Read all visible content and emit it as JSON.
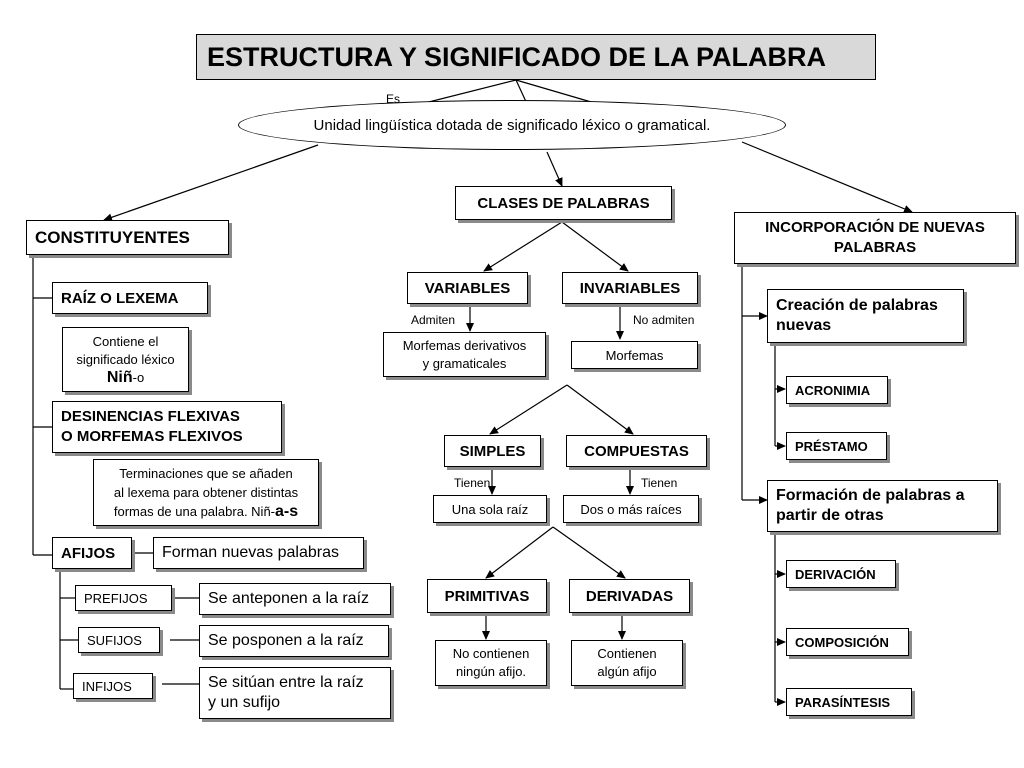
{
  "title": "ESTRUCTURA Y SIGNIFICADO DE LA PALABRA",
  "es_label": "Es",
  "definition": "Unidad lingüística dotada de significado léxico o gramatical.",
  "constituyentes": {
    "heading": "CONSTITUYENTES",
    "raiz": {
      "label": "RAÍZ O LEXEMA",
      "desc_line1": "Contiene el",
      "desc_line2": "significado léxico",
      "example_root": "Niñ",
      "example_suffix": "-o"
    },
    "desinencias": {
      "label_line1": "DESINENCIAS FLEXIVAS",
      "label_line2": "O MORFEMAS FLEXIVOS",
      "desc_line1": "Terminaciones que se añaden",
      "desc_line2": "al lexema para obtener distintas",
      "desc_line3": "formas de una palabra. Niñ-",
      "desc_example": "a-s"
    },
    "afijos": {
      "label": "AFIJOS",
      "desc": "Forman nuevas palabras",
      "prefijos": {
        "label": "PREFIJOS",
        "desc": "Se anteponen a la raíz"
      },
      "sufijos": {
        "label": "SUFIJOS",
        "desc": "Se posponen a la raíz"
      },
      "infijos": {
        "label": "INFIJOS",
        "desc_line1": "Se sitúan entre la raíz",
        "desc_line2": "y un sufijo"
      }
    }
  },
  "clases": {
    "heading": "CLASES DE PALABRAS",
    "variables": {
      "label": "VARIABLES",
      "edge": "Admiten",
      "line1": "Morfemas derivativos",
      "line2": "y gramaticales"
    },
    "invariables": {
      "label": "INVARIABLES",
      "edge": "No admiten",
      "desc": "Morfemas"
    },
    "simples": {
      "label": "SIMPLES",
      "edge": "Tienen",
      "desc": "Una sola raíz"
    },
    "compuestas": {
      "label": "COMPUESTAS",
      "edge": "Tienen",
      "desc": "Dos o más raíces"
    },
    "primitivas": {
      "label": "PRIMITIVAS",
      "line1": "No contienen",
      "line2": "ningún afijo."
    },
    "derivadas": {
      "label": "DERIVADAS",
      "line1": "Contienen",
      "line2": "algún afijo"
    }
  },
  "incorporacion": {
    "heading_line1": "INCORPORACIÓN DE NUEVAS",
    "heading_line2": "PALABRAS",
    "creacion": {
      "line1": "Creación de palabras",
      "line2": "nuevas"
    },
    "acronimia": "ACRONIMIA",
    "prestamo": "PRÉSTAMO",
    "formacion": {
      "line1": "Formación de palabras a",
      "line2": "partir de otras"
    },
    "derivacion": "DERIVACIÓN",
    "composicion": "COMPOSICIÓN",
    "parasintesis": "PARASÍNTESIS"
  }
}
